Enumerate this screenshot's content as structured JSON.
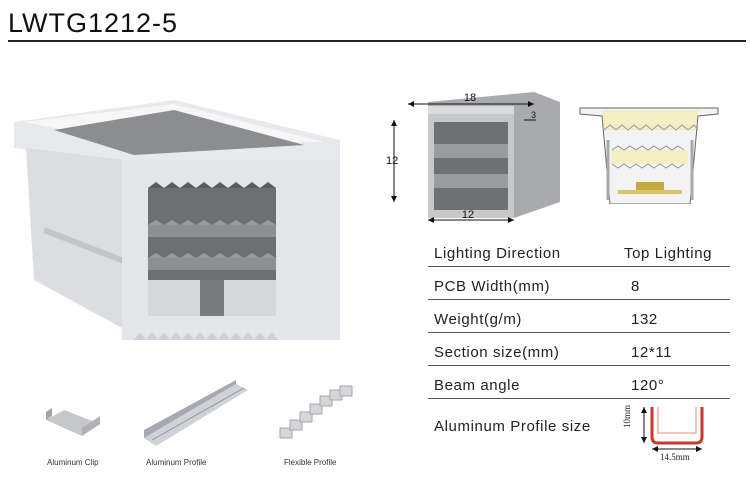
{
  "header": {
    "title": "LWTG1212-5"
  },
  "dimensions": {
    "width_top": "18",
    "height": "12",
    "width_bottom": "12",
    "side": "3"
  },
  "specs": [
    {
      "label": "Lighting  Direction",
      "value": "Top Lighting"
    },
    {
      "label": "PCB  Width(mm)",
      "value": "8"
    },
    {
      "label": "Weight(g/m)",
      "value": "132"
    },
    {
      "label": "Section size(mm)",
      "value": "12*11"
    },
    {
      "label": "Beam angle",
      "value": "120°"
    },
    {
      "label": "Aluminum Profile size",
      "value": ""
    }
  ],
  "aluminum_profile": {
    "width": "14.5mm",
    "height": "10mm"
  },
  "accessories": [
    {
      "label": "Aluminum Clip"
    },
    {
      "label": "Aluminum Profile"
    },
    {
      "label": "Flexible Profile"
    }
  ]
}
